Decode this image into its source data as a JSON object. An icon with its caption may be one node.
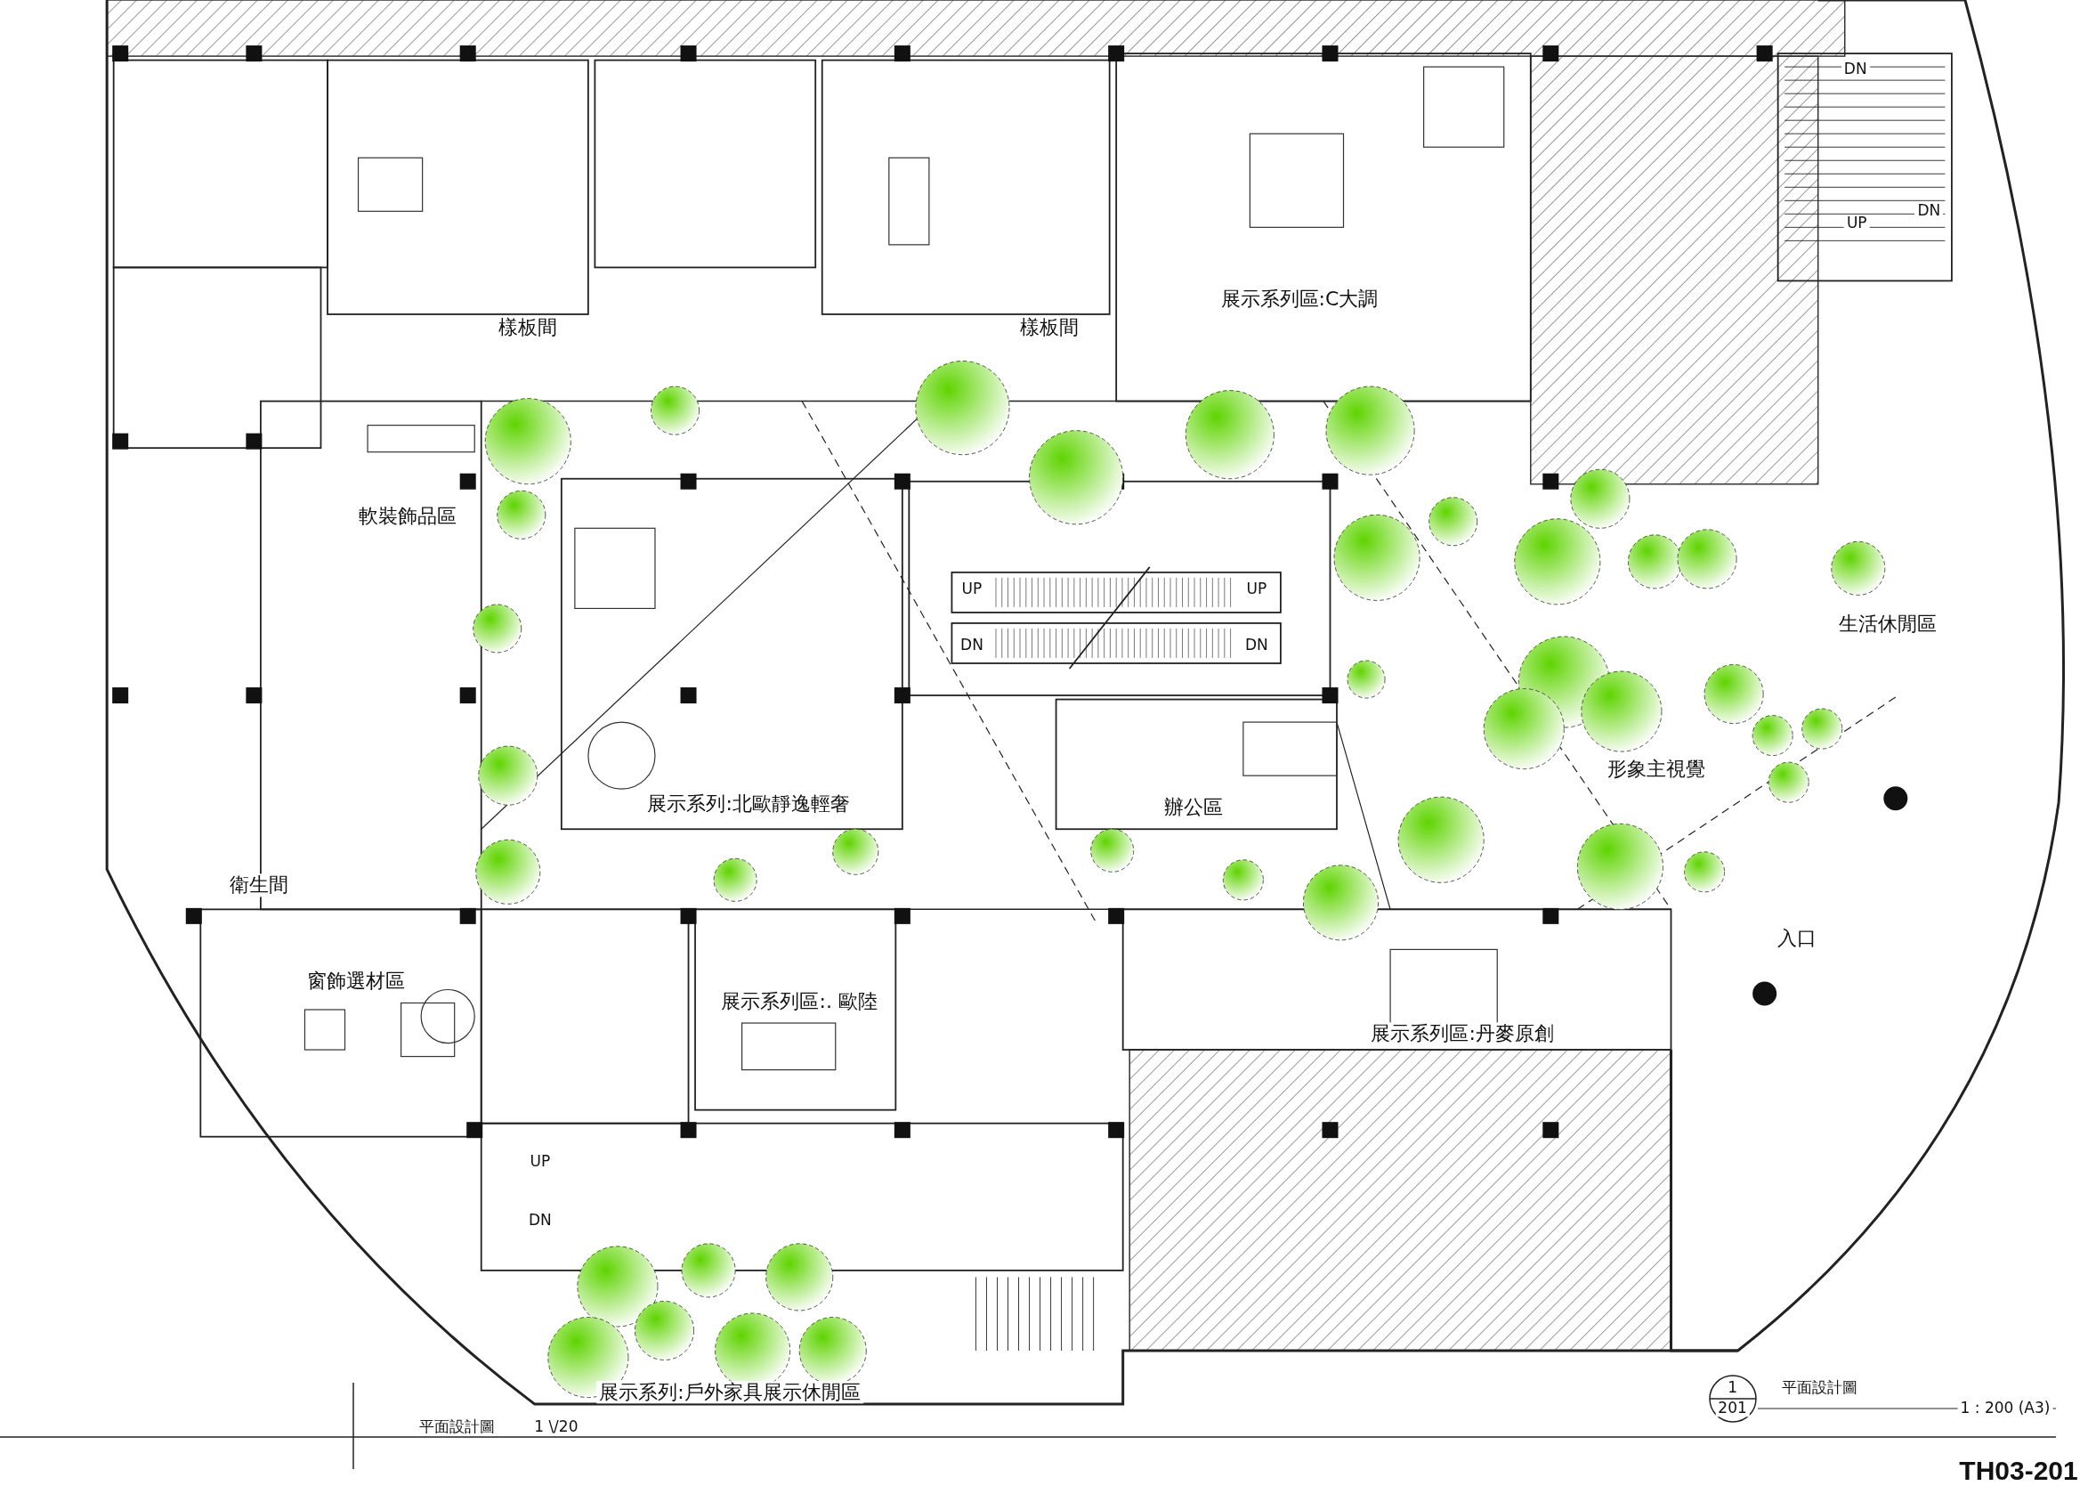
{
  "diagram": {
    "labels": [
      "樣板間",
      "樣板間",
      "展示系列區:C大調",
      "DN",
      "UP",
      "DN",
      "軟裝飾品區",
      "UP",
      "UP",
      "DN",
      "DN",
      "生活休閒區",
      "形象主視覺",
      "展示系列:北歐靜逸輕奢",
      "辦公區",
      "衛生間",
      "入口",
      "窗飾選材區",
      "展示系列區:. 歐陸",
      "展示系列區:丹麥原創",
      "UP",
      "DN",
      "展示系列:戶外家具展示休閒區",
      "1",
      "201",
      "平面設計圖",
      "1 : 200 (A3)",
      "平面設計圖",
      "1 \\/20",
      "TH03-201"
    ]
  }
}
